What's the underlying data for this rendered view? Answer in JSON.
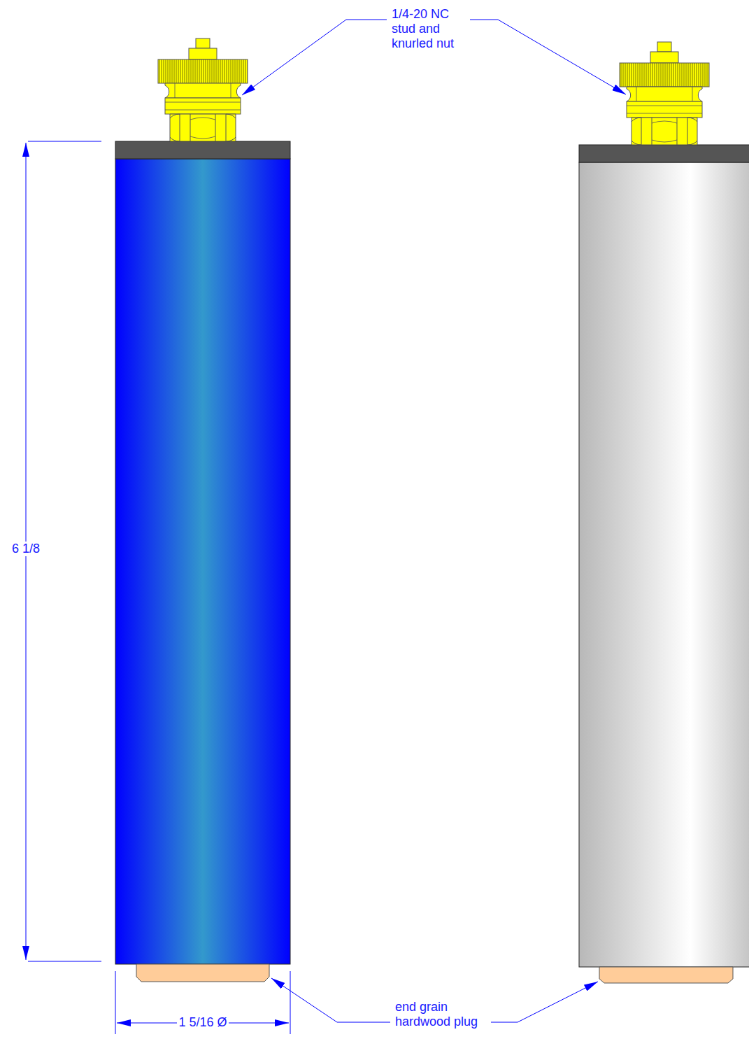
{
  "diagram": {
    "labels": [
      "1/4-20 NC stud and knurled nut",
      "6 1/8",
      "1 5/16 Ø",
      "end grain hardwood plug"
    ]
  }
}
